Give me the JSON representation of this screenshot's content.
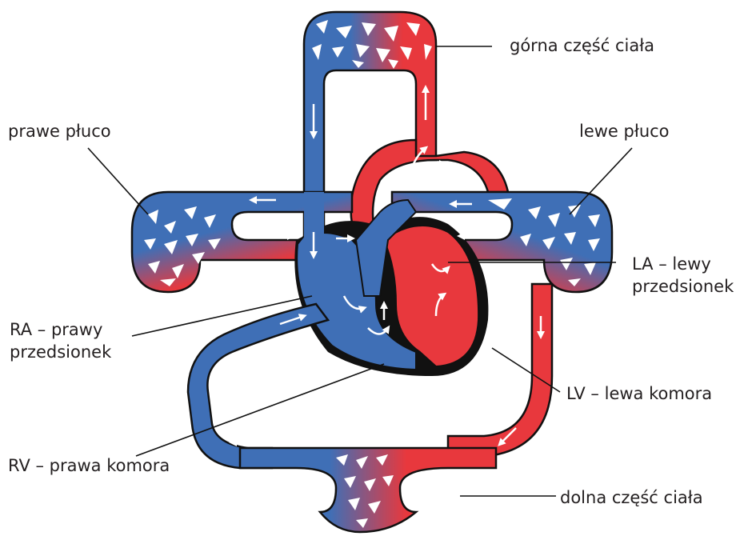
{
  "diagram": {
    "labels": {
      "upper_body": "górna część ciała",
      "right_lung": "prawe płuco",
      "left_lung": "lewe płuco",
      "left_atrium": [
        "LA – lewy",
        "przedsionek"
      ],
      "right_atrium": [
        "RA – prawy",
        "przedsionek"
      ],
      "left_ventricle": "LV – lewa komora",
      "right_ventricle": "RV – prawa komora",
      "lower_body": "dolna część ciała"
    },
    "colors": {
      "oxygenated": "#e8383d",
      "deoxygenated": "#3f6fb6",
      "outline": "#111111",
      "flow_arrow": "#ffffff"
    }
  }
}
